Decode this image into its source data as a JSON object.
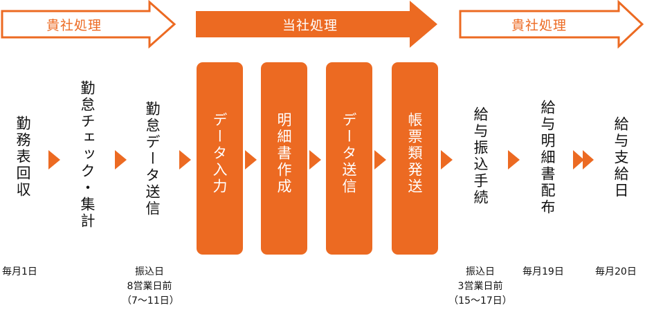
{
  "colors": {
    "accent": "#ec6a22",
    "text": "#111111",
    "box_text": "#ffffff"
  },
  "phases": [
    {
      "label": "貴社処理",
      "style": "outline"
    },
    {
      "label": "当社処理",
      "style": "filled"
    },
    {
      "label": "貴社処理",
      "style": "outline"
    }
  ],
  "steps": [
    {
      "label": "勤務表回収",
      "boxed": false
    },
    {
      "label": "勤怠チェック・集計",
      "boxed": false
    },
    {
      "label": "勤怠データ送信",
      "boxed": false
    },
    {
      "label": "データ入力",
      "boxed": true
    },
    {
      "label": "明細書作成",
      "boxed": true
    },
    {
      "label": "データ送信",
      "boxed": true
    },
    {
      "label": "帳票類発送",
      "boxed": true
    },
    {
      "label": "給与振込手続",
      "boxed": false
    },
    {
      "label": "給与明細書配布",
      "boxed": false
    },
    {
      "label": "給与支給日",
      "boxed": false
    }
  ],
  "connectors": [
    "arrow",
    "arrow",
    "arrow",
    "arrow",
    "arrow",
    "arrow",
    "arrow",
    "arrow",
    "double-arrow"
  ],
  "notes": [
    {
      "step": "勤務表回収",
      "lines": [
        "毎月1日"
      ]
    },
    {
      "step": "勤怠データ送信",
      "lines": [
        "振込日",
        "8営業日前",
        "（7〜11日）"
      ]
    },
    {
      "step": "給与振込手続",
      "lines": [
        "振込日",
        "3営業日前",
        "（15〜17日）"
      ]
    },
    {
      "step": "給与明細書配布",
      "lines": [
        "毎月19日"
      ]
    },
    {
      "step": "給与支給日",
      "lines": [
        "毎月20日"
      ]
    }
  ]
}
